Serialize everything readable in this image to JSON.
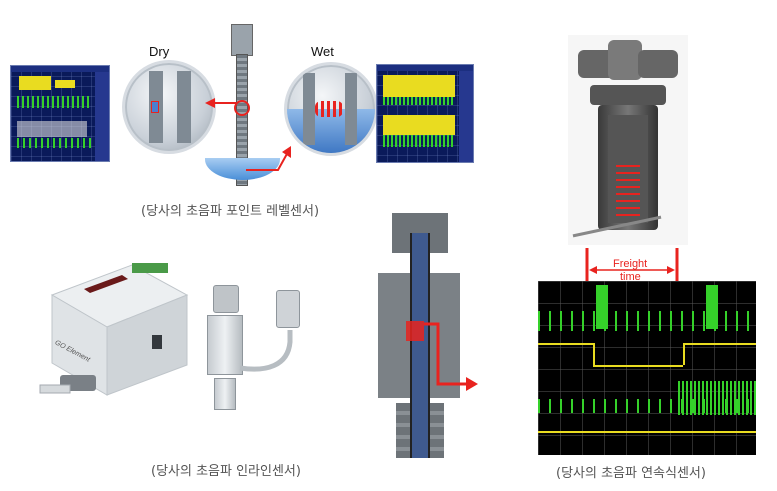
{
  "labels": {
    "dry": "Dry",
    "wet": "Wet",
    "freight": "Freight",
    "time": "time",
    "go_element": "GO Element"
  },
  "captions": {
    "point_level": "(당사의 초음파 포인트 레벨센서)",
    "inline": "(당사의 초음파 인라인센서)",
    "continuous": "(당사의 초음파 연속식센서)"
  },
  "colors": {
    "red": "#e8231f",
    "scope_blue": "#0a1a5a",
    "scope_yellow": "#f4e200",
    "scope_green": "#35d12a",
    "water_blue": "#4a8fd8"
  }
}
